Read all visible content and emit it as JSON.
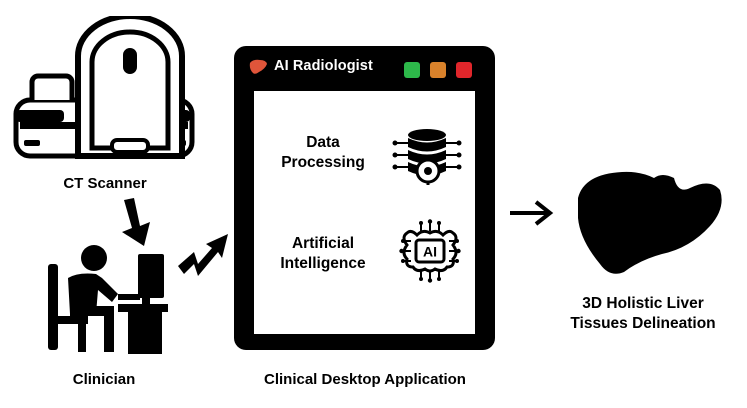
{
  "nodes": {
    "ct_scanner": "CT Scanner",
    "clinician": "Clinician",
    "desktop_app": "Clinical Desktop Application",
    "output": [
      "3D Holistic Liver",
      "Tissues Delineation"
    ]
  },
  "app_window": {
    "title": "AI Radiologist",
    "window_buttons": [
      {
        "name": "green-button",
        "color": "#2db84a"
      },
      {
        "name": "orange-button",
        "color": "#d9822b"
      },
      {
        "name": "red-button",
        "color": "#e0262b"
      }
    ],
    "modules": [
      {
        "lines": [
          "Data",
          "Processing"
        ],
        "icon": "database-gear-icon"
      },
      {
        "lines": [
          "Artificial",
          "Intelligence"
        ],
        "icon": "ai-brain-chip-icon"
      }
    ],
    "icon_badge_text": "AI"
  },
  "colors": {
    "foreground": "#000000",
    "background": "#ffffff",
    "liver_icon": "#e0553a"
  }
}
